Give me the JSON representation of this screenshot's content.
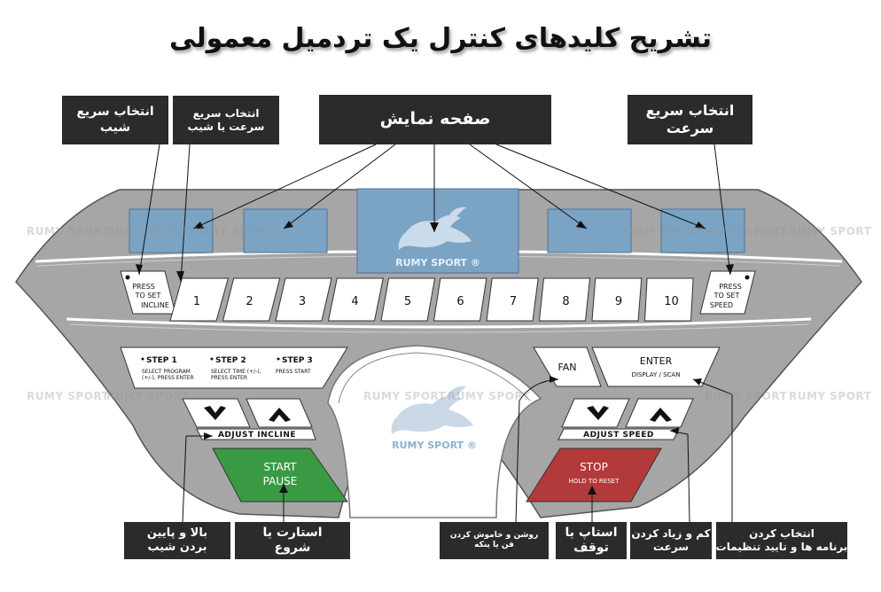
{
  "title": "تشریح کلیدهای کنترل یک تردمیل معمولی",
  "watermark": "RUMY SPORT",
  "logo_text": "RUMY SPORT ®",
  "callouts_top": {
    "quick_incline": [
      "انتخاب سریع",
      "شیب"
    ],
    "quick_speed_incline": [
      "انتخاب سریع",
      "سرعت یا شیب"
    ],
    "display": [
      "صفحه نمایش"
    ],
    "quick_speed": [
      "انتخاب سریع",
      "سرعت"
    ]
  },
  "callouts_bottom": {
    "incline_updown": [
      "بالا و پایین",
      "بردن شیب"
    ],
    "start": [
      "استارت یا",
      "شروع"
    ],
    "fan": [
      "روشن و خاموش کردن",
      "فن یا پنکه"
    ],
    "stop": [
      "استاپ یا",
      "توقف"
    ],
    "speed_updown": [
      "کم و زیاد کردن",
      "سرعت"
    ],
    "program": [
      "انتخاب کردن",
      "برنامه ها و تایید تنظیمات"
    ]
  },
  "console": {
    "press_set_incline": [
      "PRESS",
      "TO SET",
      "INCLINE"
    ],
    "press_set_speed": [
      "PRESS",
      "TO SET",
      "SPEED"
    ],
    "number_keys": [
      "1",
      "2",
      "3",
      "4",
      "5",
      "6",
      "7",
      "8",
      "9",
      "10"
    ],
    "steps": [
      {
        "title": "STEP 1",
        "desc": [
          "SELECT PROGRAM",
          "(+/-), PRESS ENTER"
        ]
      },
      {
        "title": "STEP 2",
        "desc": [
          "SELECT TIME (+/-),",
          "PRESS ENTER"
        ]
      },
      {
        "title": "STEP 3",
        "desc": [
          "PRESS START"
        ]
      }
    ],
    "adjust_incline": "ADJUST INCLINE",
    "adjust_speed": "ADJUST SPEED",
    "fan": "FAN",
    "enter": "ENTER",
    "display_scan": "DISPLAY / SCAN",
    "start": "START",
    "pause": "PAUSE",
    "stop": "STOP",
    "hold_to_reset": "HOLD TO RESET"
  },
  "colors": {
    "panel": "#a6a6a6",
    "panel_dark": "#8f8f8f",
    "display": "#7aa3c4",
    "start": "#3a9a44",
    "stop": "#b33a3a",
    "label_bg": "#2b2b2b"
  }
}
